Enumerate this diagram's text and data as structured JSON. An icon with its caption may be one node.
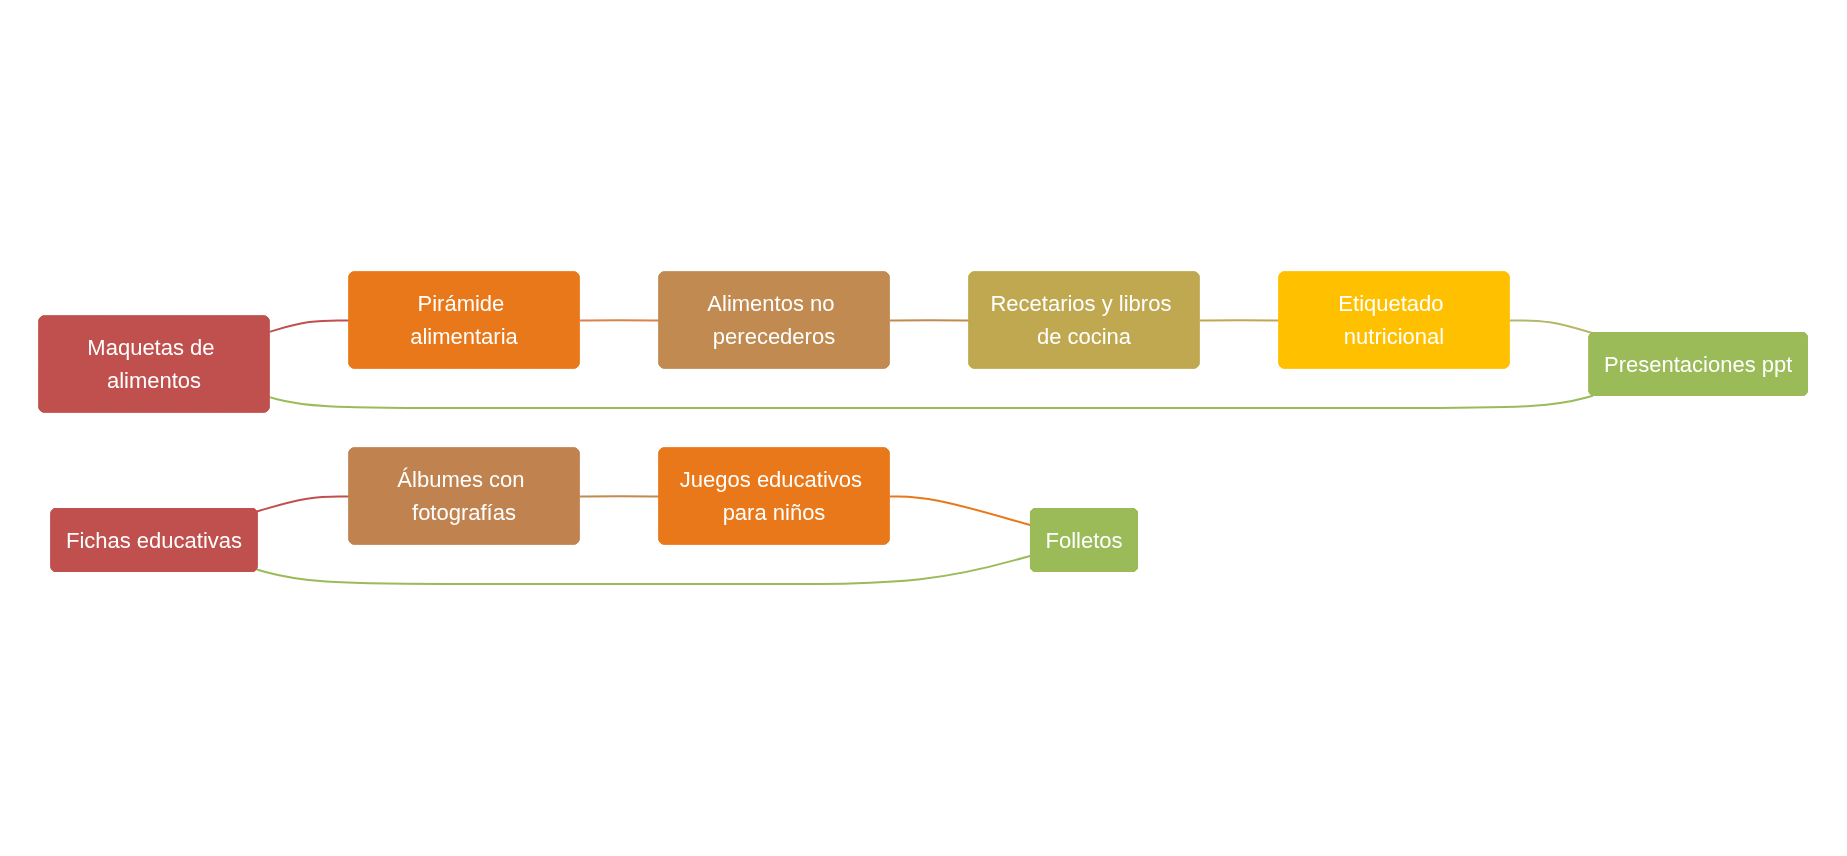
{
  "diagram": {
    "nodes": [
      {
        "text": [
          "Maquetas de alimentos"
        ]
      },
      {
        "text": [
          "Pirámide alimentaria"
        ]
      },
      {
        "text": [
          "Alimentos no perecederos"
        ]
      },
      {
        "text": [
          "Recetarios y libros de cocina"
        ]
      },
      {
        "text": [
          "Etiquetado nutricional"
        ]
      },
      {
        "text": [
          "Presentaciones ppt"
        ]
      },
      {
        "text": [
          "Fichas educativas"
        ]
      },
      {
        "text": [
          "Álbumes con fotografías"
        ]
      },
      {
        "text": [
          "Juegos educativos para niños"
        ]
      },
      {
        "text": [
          "Folletos"
        ]
      }
    ],
    "edges": [
      {
        "from": 0,
        "to": 1,
        "arrow": "none",
        "color": "#c0504d"
      },
      {
        "from": 1,
        "to": 2,
        "arrow": "none",
        "color": "#d9824a"
      },
      {
        "from": 2,
        "to": 3,
        "arrow": "none",
        "color": "#c08a50"
      },
      {
        "from": 3,
        "to": 4,
        "arrow": "none",
        "color": "#bfa850"
      },
      {
        "from": 4,
        "to": 5,
        "arrow": "none",
        "color": "#b3b86a"
      },
      {
        "from": 5,
        "to": 0,
        "arrow": "none",
        "color": "#9bbb59"
      },
      {
        "from": 6,
        "to": 7,
        "arrow": "none",
        "color": "#c0504d"
      },
      {
        "from": 7,
        "to": 8,
        "arrow": "none",
        "color": "#c08a50"
      },
      {
        "from": 8,
        "to": 9,
        "arrow": "none",
        "color": "#e8781a"
      },
      {
        "from": 9,
        "to": 6,
        "arrow": "none",
        "color": "#9bbb59"
      }
    ]
  }
}
